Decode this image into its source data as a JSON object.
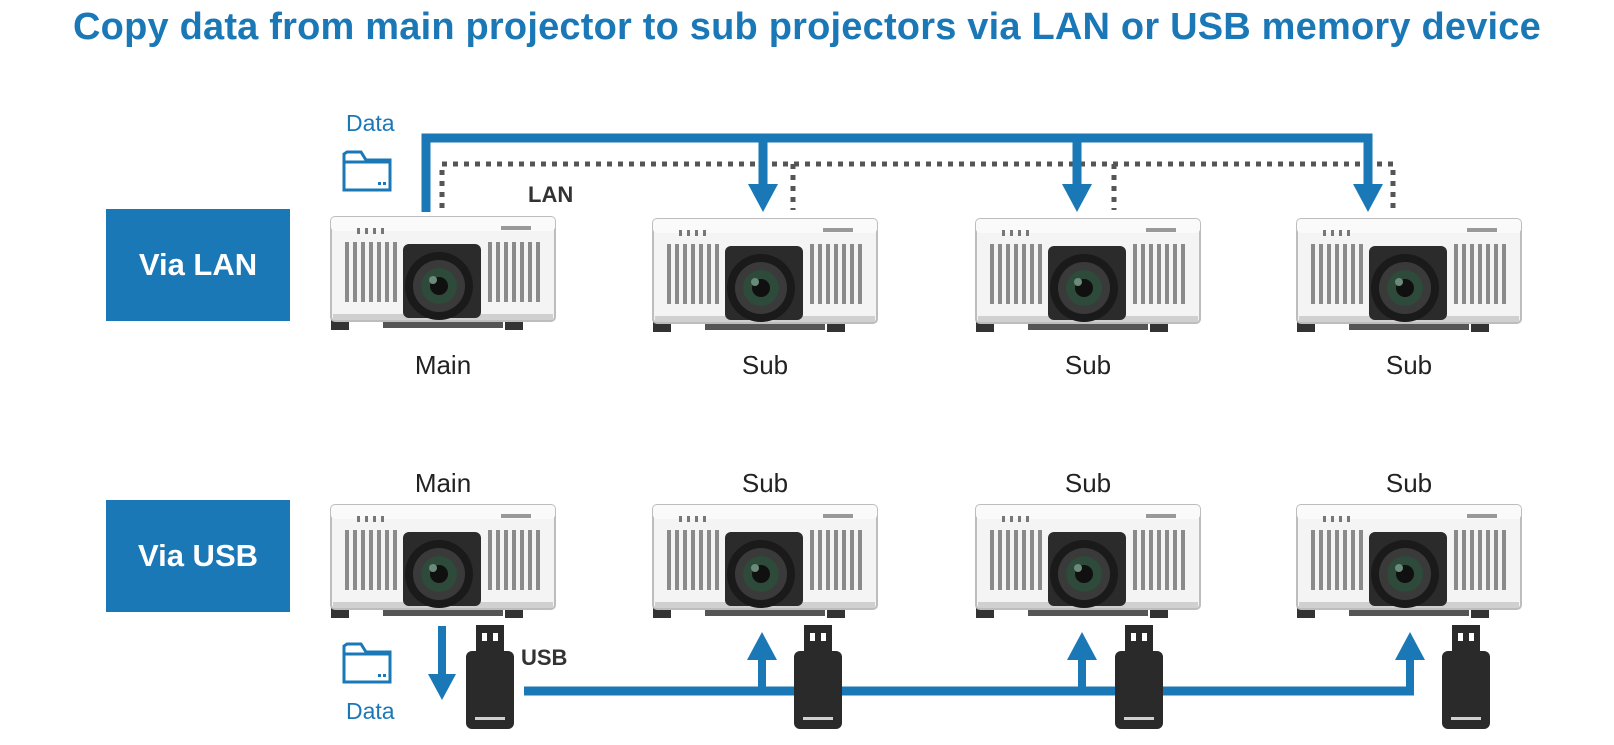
{
  "title": "Copy data from main projector to sub projectors via LAN or USB memory device",
  "colors": {
    "accent": "#1b78b7",
    "usb_stick": "#2a2a2a",
    "projector_body": "#f4f4f4"
  },
  "lan": {
    "box_label": "Via LAN",
    "data_label": "Data",
    "connection_label": "LAN",
    "data_icon": "folder-icon",
    "projectors": [
      {
        "label": "Main"
      },
      {
        "label": "Sub"
      },
      {
        "label": "Sub"
      },
      {
        "label": "Sub"
      }
    ]
  },
  "usb": {
    "box_label": "Via USB",
    "data_label": "Data",
    "connection_label": "USB",
    "data_icon": "folder-icon",
    "stick_icon": "usb-stick-icon",
    "projectors": [
      {
        "label": "Main"
      },
      {
        "label": "Sub"
      },
      {
        "label": "Sub"
      },
      {
        "label": "Sub"
      }
    ]
  }
}
